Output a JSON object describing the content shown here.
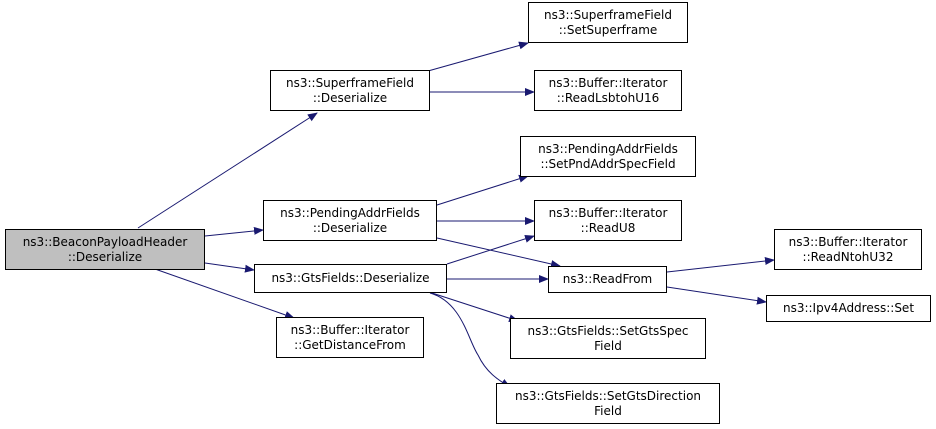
{
  "colors": {
    "edge": "#191970",
    "root_fill": "#bfbfbf",
    "node_fill": "#ffffff",
    "border": "#000000"
  },
  "nodes": {
    "beacon_deserialize": {
      "line1": "ns3::BeaconPayloadHeader",
      "line2": "::Deserialize"
    },
    "superframe_deserialize": {
      "line1": "ns3::SuperframeField",
      "line2": "::Deserialize"
    },
    "pending_deserialize": {
      "line1": "ns3::PendingAddrFields",
      "line2": "::Deserialize"
    },
    "gts_deserialize": {
      "line1": "ns3::GtsFields::Deserialize"
    },
    "get_distance_from": {
      "line1": "ns3::Buffer::Iterator",
      "line2": "::GetDistanceFrom"
    },
    "set_superframe": {
      "line1": "ns3::SuperframeField",
      "line2": "::SetSuperframe"
    },
    "read_lsbtoh_u16": {
      "line1": "ns3::Buffer::Iterator",
      "line2": "::ReadLsbtohU16"
    },
    "set_pnd_addr_spec": {
      "line1": "ns3::PendingAddrFields",
      "line2": "::SetPndAddrSpecField"
    },
    "read_u8": {
      "line1": "ns3::Buffer::Iterator",
      "line2": "::ReadU8"
    },
    "read_from": {
      "line1": "ns3::ReadFrom"
    },
    "set_gts_spec": {
      "line1": "ns3::GtsFields::SetGtsSpec",
      "line2": "Field"
    },
    "set_gts_direction": {
      "line1": "ns3::GtsFields::SetGtsDirection",
      "line2": "Field"
    },
    "read_ntoh_u32": {
      "line1": "ns3::Buffer::Iterator",
      "line2": "::ReadNtohU32"
    },
    "ipv4_set": {
      "line1": "ns3::Ipv4Address::Set"
    }
  }
}
